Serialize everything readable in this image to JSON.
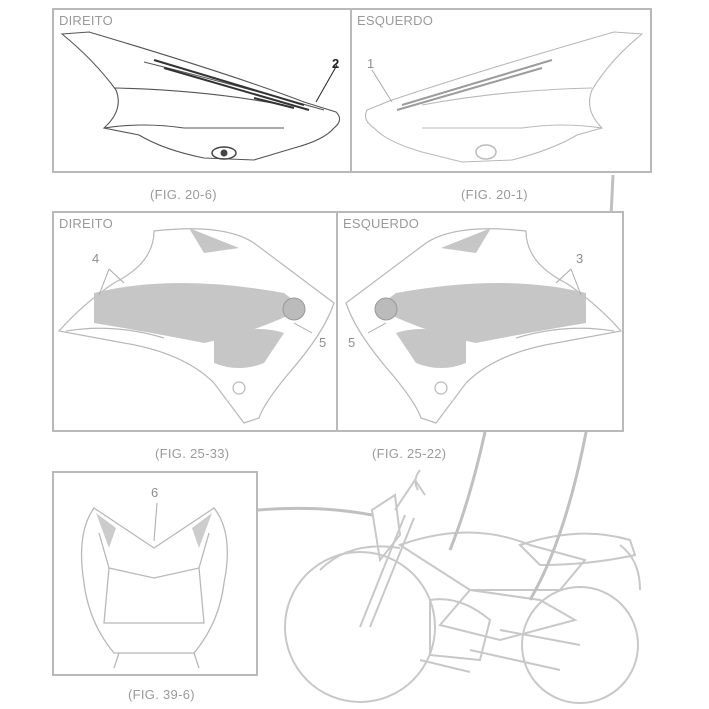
{
  "panels": {
    "top_right_side": {
      "header": "DIREITO",
      "caption": "(FIG. 20-6)",
      "part": "2"
    },
    "top_left_side": {
      "header": "ESQUERDO",
      "caption": "(FIG. 20-1)",
      "part": "1"
    },
    "mid_right_side": {
      "header": "DIREITO",
      "caption": "(FIG. 25-33)",
      "parts": [
        "4",
        "5"
      ]
    },
    "mid_left_side": {
      "header": "ESQUERDO",
      "caption": "(FIG. 25-22)",
      "parts": [
        "3",
        "5"
      ]
    },
    "front_cover": {
      "caption": "(FIG. 39-6)",
      "part": "6"
    }
  },
  "colors": {
    "frame": "#b9b9b9",
    "line": "#a8a8a8",
    "text": "#9a9a9a",
    "callout_dark": "#222222"
  }
}
